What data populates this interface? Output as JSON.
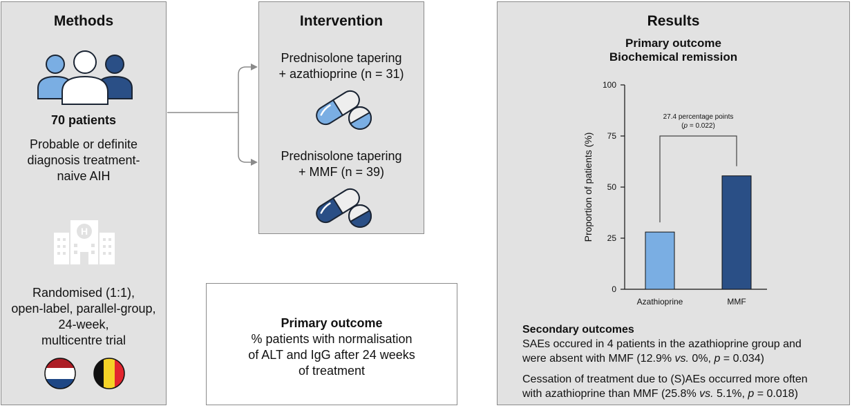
{
  "methods": {
    "title": "Methods",
    "patients_count": "70 patients",
    "diagnosis": [
      "Probable or definite",
      "diagnosis treatment-",
      "naive AIH"
    ],
    "design": [
      "Randomised (1:1),",
      "open-label, parallel-group,",
      "24-week,",
      "multicentre trial"
    ],
    "hospital_icon_letter": "H"
  },
  "intervention": {
    "title": "Intervention",
    "arm1": [
      "Prednisolone tapering",
      "+ azathioprine (n = 31)"
    ],
    "arm2": [
      "Prednisolone tapering",
      "+ MMF (n = 39)"
    ],
    "arm1_color": "#7aaee3",
    "arm2_color": "#2a4f86"
  },
  "primary_box": {
    "title": "Primary outcome",
    "lines": [
      "% patients with normalisation",
      "of ALT and IgG after 24 weeks",
      "of treatment"
    ]
  },
  "results": {
    "title": "Results",
    "subtitle1": "Primary outcome",
    "subtitle2": "Biochemical remission",
    "secondary_title": "Secondary outcomes",
    "sec1_line1": "SAEs occured in 4 patients in the azathioprine group and",
    "sec1_line2_a": "were absent with MMF (12.9% ",
    "sec1_line2_vs": "vs.",
    "sec1_line2_b": " 0%, ",
    "sec1_line2_p": "p",
    "sec1_line2_c": " = 0.034)",
    "sec2_line1": "Cessation of treatment due to (S)AEs occurred more often",
    "sec2_line2_a": "with azathioprine than MMF (25.8% ",
    "sec2_line2_vs": "vs.",
    "sec2_line2_b": " 5.1%, ",
    "sec2_line2_p": "p",
    "sec2_line2_c": " = 0.018)"
  },
  "chart_data": {
    "type": "bar",
    "categories": [
      "Azathioprine",
      "MMF"
    ],
    "values": [
      28,
      55.5
    ],
    "colors": [
      "#7aaee3",
      "#2a4f86"
    ],
    "ylabel": "Proportion of patients (%)",
    "ylim": [
      0,
      100
    ],
    "yticks": [
      0,
      25,
      50,
      75,
      100
    ],
    "annotation_line1": "27.4 percentage points",
    "annotation_p": "p",
    "annotation_rest": " = 0.022)",
    "annotation_open": "("
  }
}
